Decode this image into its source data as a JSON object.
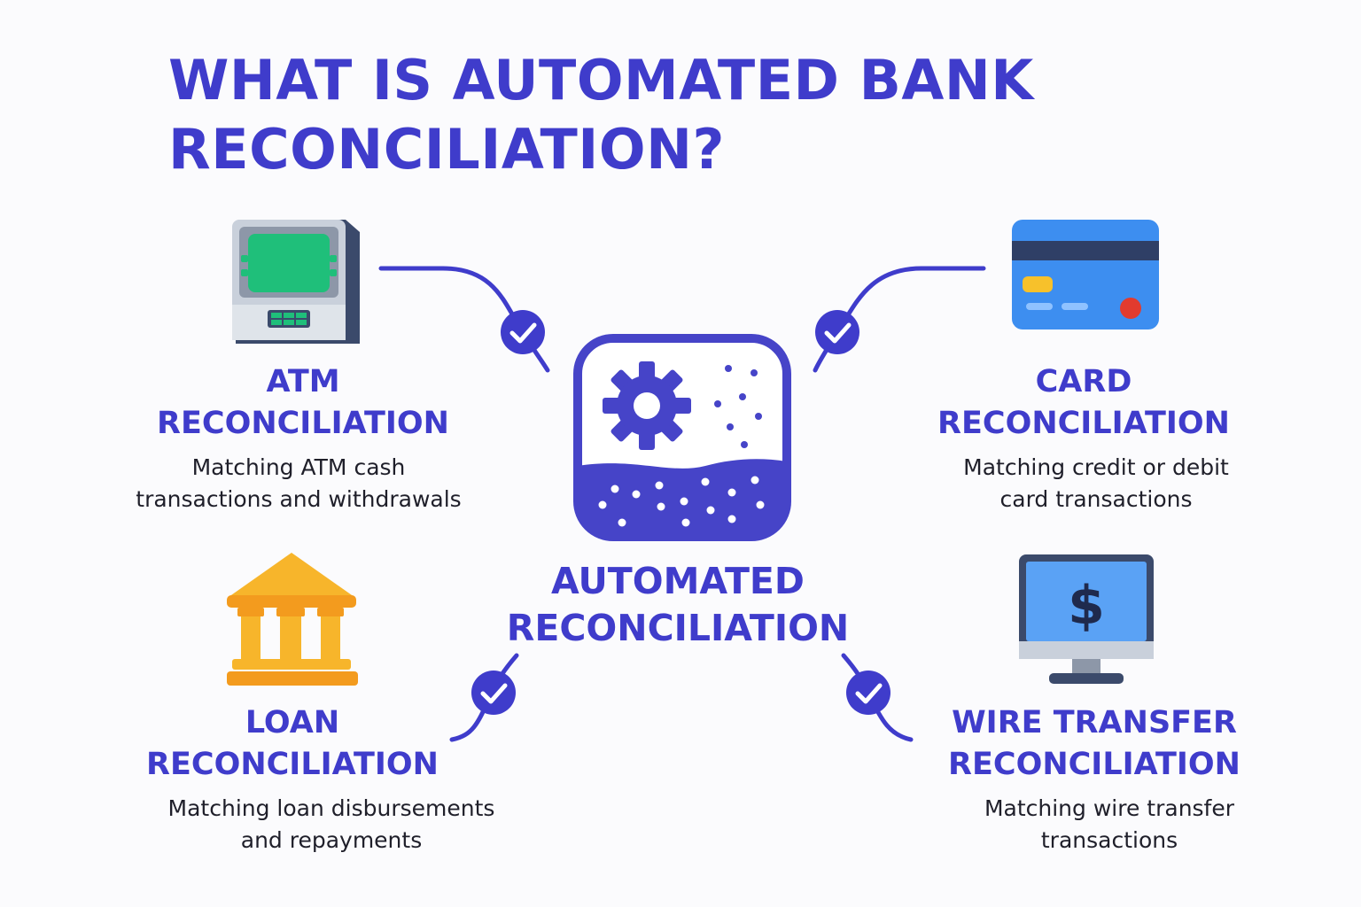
{
  "title_line1": "WHAT IS AUTOMATED BANK",
  "title_line2": "RECONCILIATION?",
  "center": {
    "line1": "AUTOMATED",
    "line2": "RECONCILIATION"
  },
  "atm": {
    "line1": "ATM",
    "line2": "RECONCILIATION",
    "desc1": "Matching ATM cash",
    "desc2": "transactions and withdrawals"
  },
  "card": {
    "line1": "CARD",
    "line2": "RECONCILIATION",
    "desc1": "Matching credit or debit",
    "desc2": "card transactions"
  },
  "loan": {
    "line1": "LOAN",
    "line2": "RECONCILIATION",
    "desc1": "Matching loan disbursements",
    "desc2": "and repayments"
  },
  "wire": {
    "line1": "WIRE TRANSFER",
    "line2": "RECONCILIATION",
    "desc1": "Matching wire transfer",
    "desc2": "transactions",
    "symbol": "$"
  },
  "colors": {
    "accent": "#3f3ccb",
    "atm_screen": "#1fbf7a",
    "card_blue": "#3d8ef0",
    "bank_gold": "#f7b52b",
    "monitor_screen": "#5aa2f5"
  }
}
